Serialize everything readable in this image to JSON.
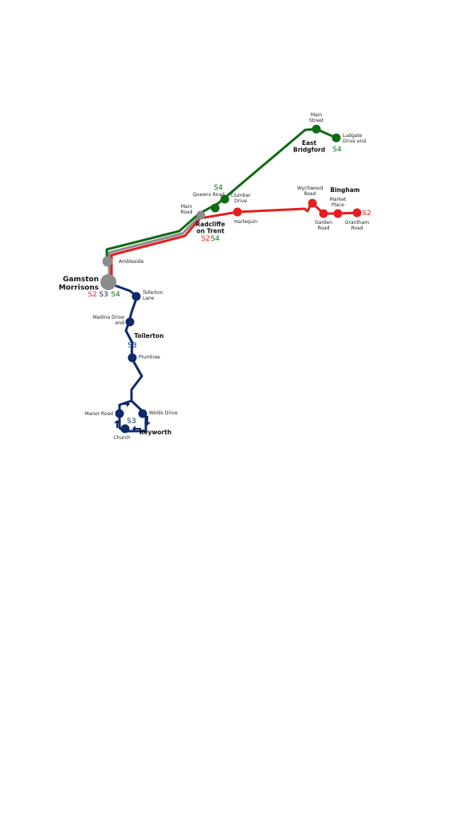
{
  "colors": {
    "s2": "#e41e1e",
    "s3": "#0d2a6b",
    "s4": "#0e6b14",
    "shared": "#8c8c8c"
  },
  "stops": {
    "main_street": "Main\nStreet",
    "ludgate_drive_end": "Ludgate\nDrive end",
    "queens_road": "Queens Road",
    "clumber_drive": "Clumber\nDrive",
    "main_road": "Main\nRoad",
    "harlequin": "Harlequin",
    "wychwood_road": "Wychwood\nRoad",
    "garden_road": "Garden\nRoad",
    "market_place": "Market\nPlace",
    "grantham_road": "Grantham\nRoad",
    "ambleside": "Ambleside",
    "tollerton_lane": "Tollerton\nLane",
    "medina_drive_end": "Medina Drive\nend",
    "plumtree": "Plumtree",
    "manor_road": "Manor Road",
    "wolds_drive": "Wolds Drive",
    "church": "Church"
  },
  "places": {
    "east_bridgford": "East\nBridgford",
    "bingham": "Bingham",
    "radcliffe_on_trent": "Radcliffe\non Trent",
    "gamston_morrisons": "Gamston\nMorrisons",
    "tollerton": "Tollerton",
    "keyworth": "Keyworth"
  },
  "routes": {
    "s2": "S2",
    "s3": "S3",
    "s4": "S4"
  }
}
